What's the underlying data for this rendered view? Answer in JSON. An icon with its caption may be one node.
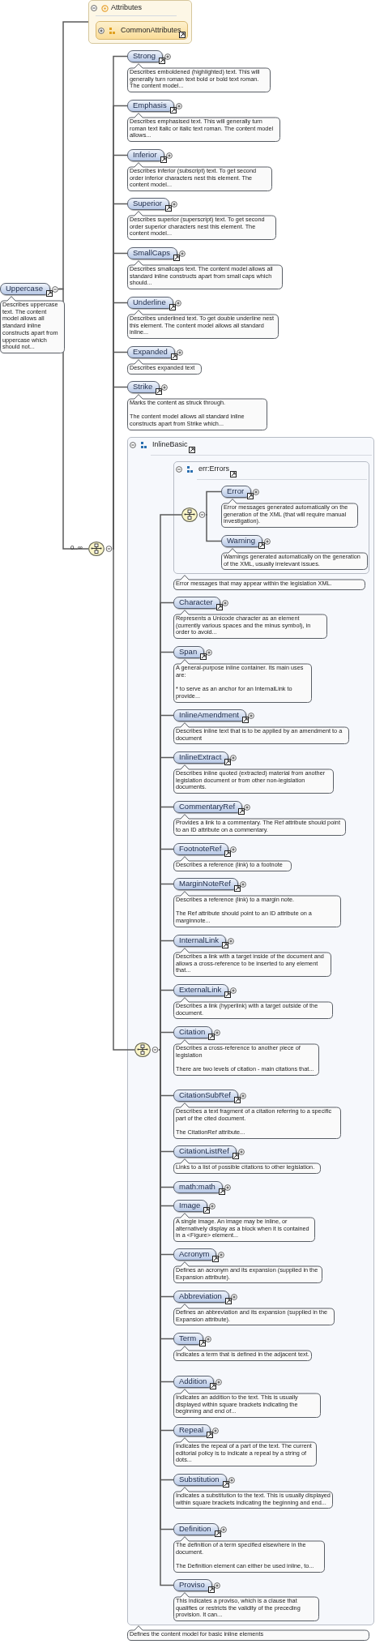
{
  "diagram": {
    "nodes": [
      {
        "text": [
          "Attributes"
        ]
      },
      {
        "text": [
          "CommonAttributes"
        ],
        "in": 0
      },
      {
        "text": [
          "Uppercase"
        ],
        "beside": [
          "Describes uppercase text. The content model allows all standard inline constructs apart from uppercase which should not..."
        ]
      },
      {
        "text": [],
        "shape": "circle",
        "beside": [
          "0..∞"
        ]
      },
      {
        "text": [
          "Strong"
        ],
        "beside": [
          "Describes emboldened (highlighted) text. This will generally turn roman text bold or bold text roman. The content model..."
        ]
      },
      {
        "text": [
          "Emphasis"
        ],
        "beside": [
          "Describes emphasised text. This will generally turn roman text italic or italic text roman. The content model allows..."
        ]
      },
      {
        "text": [
          "Inferior"
        ],
        "beside": [
          "Describes inferior (subscript) text. To get second order inferior characters nest this element. The content model..."
        ]
      },
      {
        "text": [
          "Superior"
        ],
        "beside": [
          "Describes superior (superscript) text. To get second order superior characters nest this element. The content model..."
        ]
      },
      {
        "text": [
          "SmallCaps"
        ],
        "beside": [
          "Describes smallcaps text. The content model allows all standard inline constructs apart from small caps which should..."
        ]
      },
      {
        "text": [
          "Underline"
        ],
        "beside": [
          "Describes underlined text. To get double underline nest this element. The content model allows all standard inline..."
        ]
      },
      {
        "text": [
          "Expanded"
        ],
        "beside": [
          "Describes expanded text"
        ]
      },
      {
        "text": [
          "Strike"
        ],
        "beside": [
          "Marks the content as struck through.",
          "The content model allows all standard inline constructs apart from Strike which..."
        ]
      },
      {
        "text": [
          "InlineBasic"
        ],
        "beside": [
          "Defines the content model for basic inline elements"
        ]
      },
      {
        "text": [
          "err:Errors"
        ],
        "in": 12,
        "beside": [
          "Error messages that may appear within the legislation XML."
        ]
      },
      {
        "text": [],
        "shape": "circle",
        "in": 13
      },
      {
        "text": [
          "Error"
        ],
        "in": 13,
        "beside": [
          "Error messages generated automatically on the generation of the XML (that will require manual investigation)."
        ]
      },
      {
        "text": [
          "Warning"
        ],
        "in": 13,
        "beside": [
          "Warnings generated automatically on the generation of the XML, usually irrelevant issues."
        ]
      },
      {
        "text": [],
        "shape": "circle",
        "in": 12
      },
      {
        "text": [
          "Character"
        ],
        "in": 12,
        "beside": [
          "Represents a Unicode character as an element (currently various spaces and the minus symbol), in order to avoid..."
        ]
      },
      {
        "text": [
          "Span"
        ],
        "in": 12,
        "beside": [
          "A general-purpose inline container. Its main uses are:",
          "* to serve as an anchor for an InternalLink to provide..."
        ]
      },
      {
        "text": [
          "InlineAmendment"
        ],
        "in": 12,
        "beside": [
          "Describes inline text that is to be applied by an amendment to a document"
        ]
      },
      {
        "text": [
          "InlineExtract"
        ],
        "in": 12,
        "beside": [
          "Describes inline quoted (extracted) material from another legislation document or from other non-legislation documents."
        ]
      },
      {
        "text": [
          "CommentaryRef"
        ],
        "in": 12,
        "beside": [
          "Provides a link to a commentary. The Ref attribute should point to an ID attribute on a commentary."
        ]
      },
      {
        "text": [
          "FootnoteRef"
        ],
        "in": 12,
        "beside": [
          "Describes a reference (link) to a footnote"
        ]
      },
      {
        "text": [
          "MarginNoteRef"
        ],
        "in": 12,
        "beside": [
          "Describes a reference (link) to a margin note.",
          "The Ref attribute should point to an ID attribute on a marginnote..."
        ]
      },
      {
        "text": [
          "InternalLink"
        ],
        "in": 12,
        "beside": [
          "Describes a link with a target inside of the document and allows a cross-reference to be inserted to any element that..."
        ]
      },
      {
        "text": [
          "ExternalLink"
        ],
        "in": 12,
        "beside": [
          "Describes a link (hyperlink) with a target outside of the document."
        ]
      },
      {
        "text": [
          "Citation"
        ],
        "in": 12,
        "beside": [
          "Describes a cross-reference to another piece of legislation",
          "There are two levels of citation - main citations that..."
        ]
      },
      {
        "text": [
          "CitationSubRef"
        ],
        "in": 12,
        "beside": [
          "Describes a text fragment of a citation referring to a specific part of the cited document.",
          "The CitationRef attribute..."
        ]
      },
      {
        "text": [
          "CitationListRef"
        ],
        "in": 12,
        "beside": [
          "Links to a list of possible citations to other legislation."
        ]
      },
      {
        "text": [
          "math:math"
        ],
        "in": 12
      },
      {
        "text": [
          "Image"
        ],
        "in": 12,
        "beside": [
          "A single image. An image may be inline, or alternatively display as a block when it is contained in a <Figure> element..."
        ]
      },
      {
        "text": [
          "Acronym"
        ],
        "in": 12,
        "beside": [
          "Defines an acronym and its expansion (supplied in the Expansion attribute)."
        ]
      },
      {
        "text": [
          "Abbreviation"
        ],
        "in": 12,
        "beside": [
          "Defines an abbreviation and its expansion (supplied in the Expansion attribute)."
        ]
      },
      {
        "text": [
          "Term"
        ],
        "in": 12,
        "beside": [
          "Indicates a term that is defined in the adjacent text."
        ]
      },
      {
        "text": [
          "Addition"
        ],
        "in": 12,
        "beside": [
          "Indicates an addition to the text. This is usually displayed within square brackets indicating the beginning and end of..."
        ]
      },
      {
        "text": [
          "Repeal"
        ],
        "in": 12,
        "beside": [
          "Indicates the repeal of a part of the text. The current editorial policy is to indicate a repeal by a string of dots..."
        ]
      },
      {
        "text": [
          "Substitution"
        ],
        "in": 12,
        "beside": [
          "Indicates a substitution to the text. This is usually displayed within square brackets indicating the beginning and end..."
        ]
      },
      {
        "text": [
          "Definition"
        ],
        "in": 12,
        "beside": [
          "The definition of a term specified elsewhere in the document.",
          "The Definition element can either be used inline, to..."
        ]
      },
      {
        "text": [
          "Proviso"
        ],
        "in": 12,
        "beside": [
          "This indicates a proviso, which is a clause that qualifies or restricts the validity of the preceding provision. It can..."
        ]
      }
    ],
    "edges": [
      {
        "from": 2,
        "to": 0,
        "arrow": "none"
      },
      {
        "from": 2,
        "to": 3,
        "arrow": "none"
      },
      {
        "from": 3,
        "to": 4,
        "arrow": "none"
      },
      {
        "from": 3,
        "to": 5,
        "arrow": "none"
      },
      {
        "from": 3,
        "to": 6,
        "arrow": "none"
      },
      {
        "from": 3,
        "to": 7,
        "arrow": "none"
      },
      {
        "from": 3,
        "to": 8,
        "arrow": "none"
      },
      {
        "from": 3,
        "to": 9,
        "arrow": "none"
      },
      {
        "from": 3,
        "to": 10,
        "arrow": "none"
      },
      {
        "from": 3,
        "to": 11,
        "arrow": "none"
      },
      {
        "from": 3,
        "to": 17,
        "arrow": "none"
      },
      {
        "from": 17,
        "to": 14,
        "arrow": "none"
      },
      {
        "from": 14,
        "to": 15,
        "arrow": "none"
      },
      {
        "from": 14,
        "to": 16,
        "arrow": "none"
      },
      {
        "from": 17,
        "to": 18,
        "arrow": "none"
      },
      {
        "from": 17,
        "to": 19,
        "arrow": "none"
      },
      {
        "from": 17,
        "to": 20,
        "arrow": "none"
      },
      {
        "from": 17,
        "to": 21,
        "arrow": "none"
      },
      {
        "from": 17,
        "to": 22,
        "arrow": "none"
      },
      {
        "from": 17,
        "to": 23,
        "arrow": "none"
      },
      {
        "from": 17,
        "to": 24,
        "arrow": "none"
      },
      {
        "from": 17,
        "to": 25,
        "arrow": "none"
      },
      {
        "from": 17,
        "to": 26,
        "arrow": "none"
      },
      {
        "from": 17,
        "to": 27,
        "arrow": "none"
      },
      {
        "from": 17,
        "to": 28,
        "arrow": "none"
      },
      {
        "from": 17,
        "to": 29,
        "arrow": "none"
      },
      {
        "from": 17,
        "to": 30,
        "arrow": "none"
      },
      {
        "from": 17,
        "to": 31,
        "arrow": "none"
      },
      {
        "from": 17,
        "to": 32,
        "arrow": "none"
      },
      {
        "from": 17,
        "to": 33,
        "arrow": "none"
      },
      {
        "from": 17,
        "to": 34,
        "arrow": "none"
      },
      {
        "from": 17,
        "to": 35,
        "arrow": "none"
      },
      {
        "from": 17,
        "to": 36,
        "arrow": "none"
      },
      {
        "from": 17,
        "to": 37,
        "arrow": "none"
      },
      {
        "from": 17,
        "to": 38,
        "arrow": "none"
      },
      {
        "from": 17,
        "to": 39,
        "arrow": "none"
      }
    ]
  }
}
